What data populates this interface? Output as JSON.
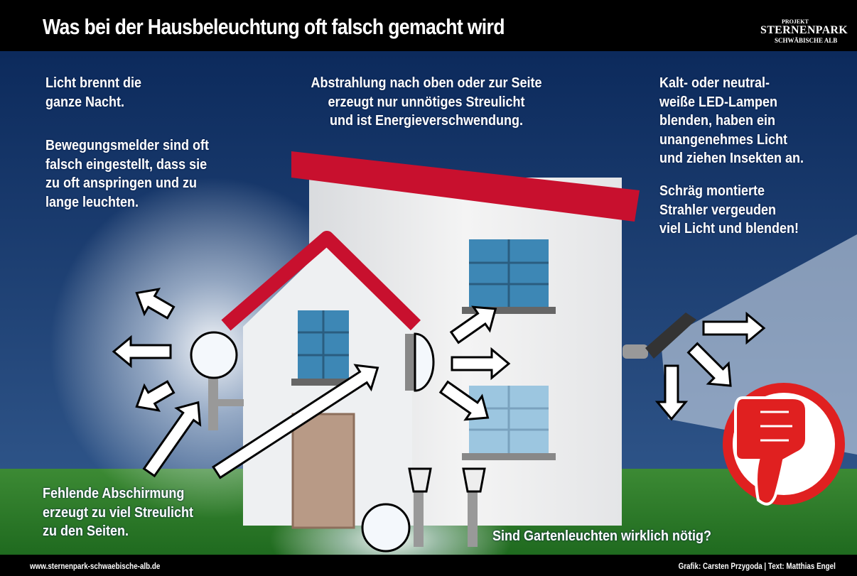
{
  "header": {
    "title": "Was bei der Hausbeleuchtung oft falsch gemacht wird"
  },
  "logo": {
    "line1": "PROJEKT",
    "line2": "STERNENPARK",
    "line3": "SCHWÄBISCHE ALB"
  },
  "texts": {
    "night": "Licht brennt die\nganze Nacht.",
    "motion": "Bewegungsmelder sind oft\nfalsch eingestellt, dass sie\nzu oft anspringen und zu\nlange leuchten.",
    "upward": "Abstrahlung nach oben oder zur Seite\nerzeugt nur unnötiges Streulicht\nund ist Energieverschwendung.",
    "led": "Kalt- oder neutral-\nweiße LED-Lampen\nblenden, haben ein\nunangenehmes Licht\nund ziehen Insekten an.",
    "tilted": "Schräg montierte\nStrahler vergeuden\nviel Licht und blenden!",
    "shielding": "Fehlende Abschirmung\nerzeugt zu viel Streulicht\nzu den Seiten.",
    "garden": "Sind Gartenleuchten wirklich nötig?"
  },
  "footer": {
    "url": "www.sternenpark-schwaebische-alb.de",
    "credits": "Grafik: Carsten Przygoda | Text: Matthias Engel"
  },
  "colors": {
    "sky_top": "#0c2a5c",
    "sky_bottom": "#2a4f86",
    "grass": "#2f7a2a",
    "roof": "#c8102e",
    "window": "#3d87b5",
    "thumb": "#e02020"
  }
}
